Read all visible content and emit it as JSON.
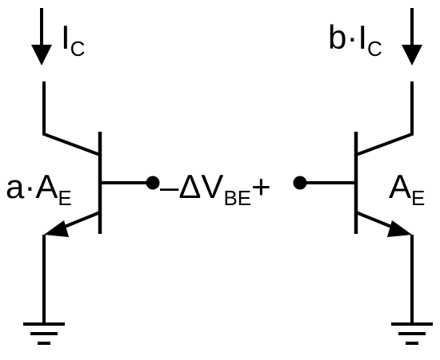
{
  "left_transistor": {
    "current_label": {
      "main": "I",
      "sub": "C"
    },
    "area_label": {
      "main": "a·A",
      "sub": "E"
    }
  },
  "right_transistor": {
    "current_label": {
      "main": "b·I",
      "sub": "C"
    },
    "area_label": {
      "main": "A",
      "sub": "E"
    }
  },
  "delta_vbe_label": {
    "minus": "–",
    "main": "ΔV",
    "sub": "BE",
    "plus": "+"
  },
  "icons": {
    "current_arrow": "down-arrow-icon",
    "ground": "ground-icon",
    "terminal": "terminal-dot-icon"
  },
  "colors": {
    "stroke": "#000000",
    "background": "#ffffff"
  }
}
